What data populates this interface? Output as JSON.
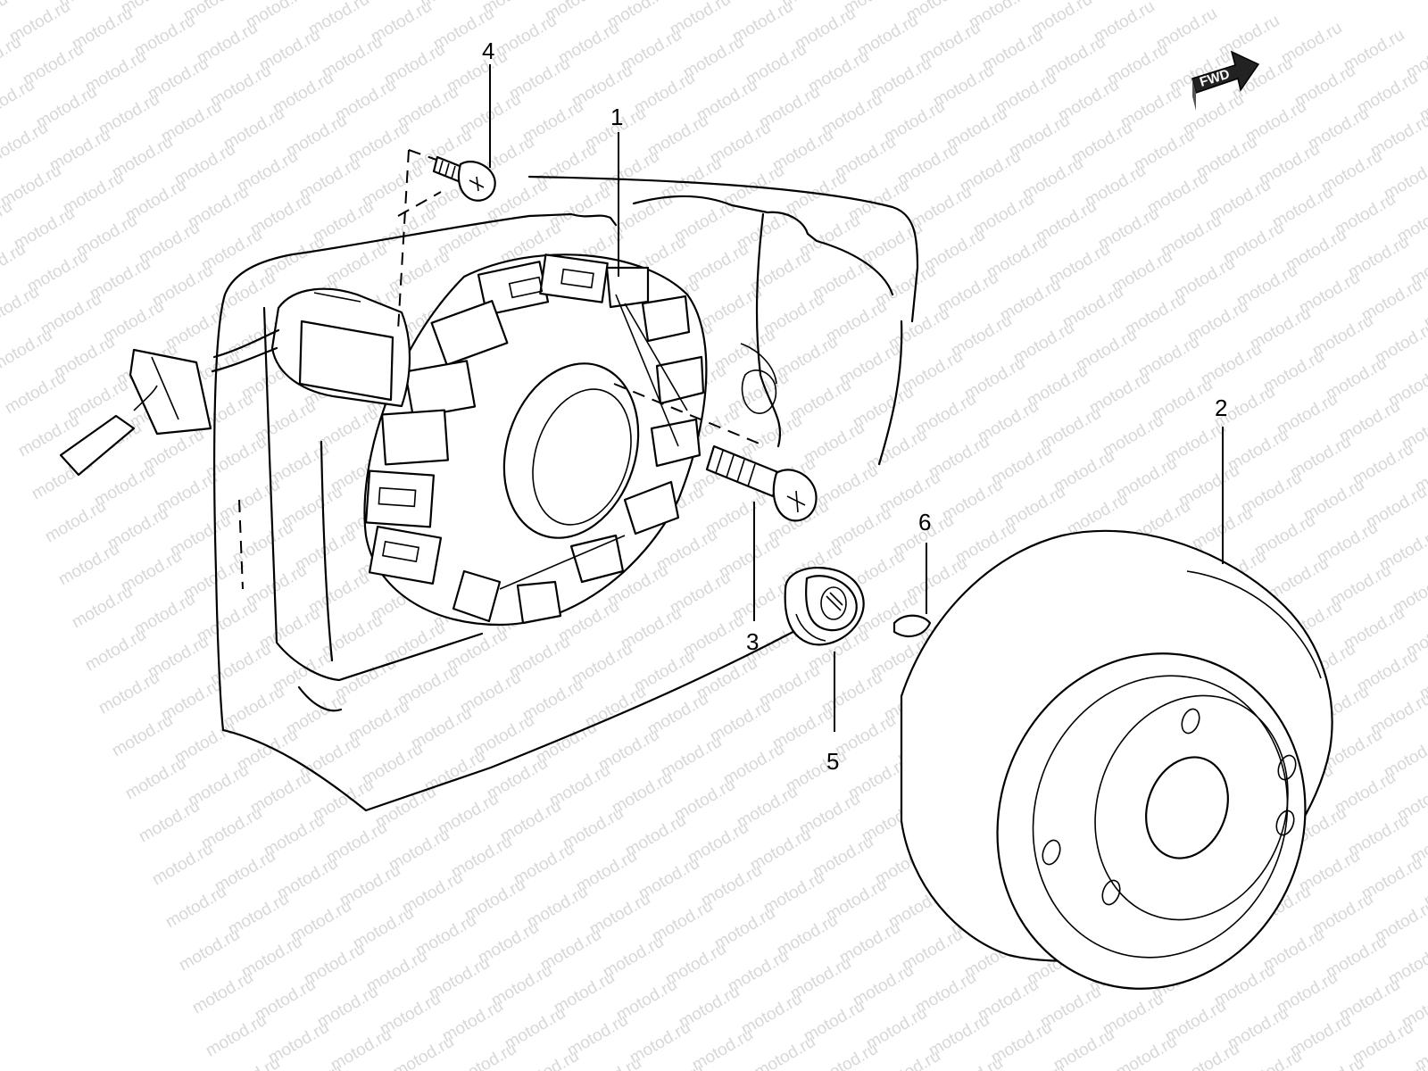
{
  "watermark": "motod.ru",
  "fwd_label": "FWD",
  "callouts": {
    "c1": "1",
    "c2": "2",
    "c3": "3",
    "c4": "4",
    "c5": "5",
    "c6": "6"
  }
}
